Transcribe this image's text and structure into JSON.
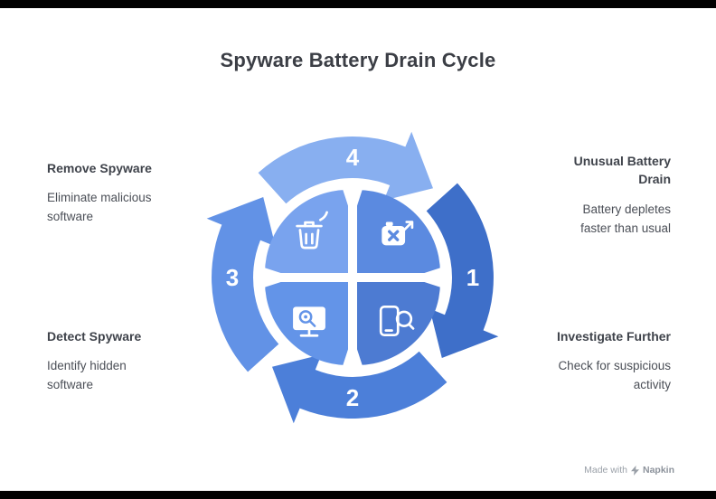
{
  "title": "Spyware Battery Drain Cycle",
  "steps": [
    {
      "number": "1",
      "position": "right",
      "color": "#3e6fc9",
      "title": "Unusual Battery Drain",
      "description": "Battery depletes faster than usual"
    },
    {
      "number": "2",
      "position": "bottom",
      "color": "#4c7fd9",
      "title": "Investigate Further",
      "description": "Check for suspicious activity"
    },
    {
      "number": "3",
      "position": "left",
      "color": "#6292e6",
      "title": "Detect Spyware",
      "description": "Identify hidden software"
    },
    {
      "number": "4",
      "position": "top",
      "color": "#88aff0",
      "title": "Remove Spyware",
      "description": "Eliminate malicious software"
    }
  ],
  "center_icons": [
    {
      "name": "trash-icon",
      "quadrant": "top-left",
      "color": "#79a3ee"
    },
    {
      "name": "battery-drain-icon",
      "quadrant": "top-right",
      "color": "#5b8ae0"
    },
    {
      "name": "monitor-scan-icon",
      "quadrant": "bottom-left",
      "color": "#6394e8"
    },
    {
      "name": "phone-search-icon",
      "quadrant": "bottom-right",
      "color": "#4d7bd2"
    }
  ],
  "watermark": {
    "prefix": "Made with",
    "brand": "Napkin"
  }
}
